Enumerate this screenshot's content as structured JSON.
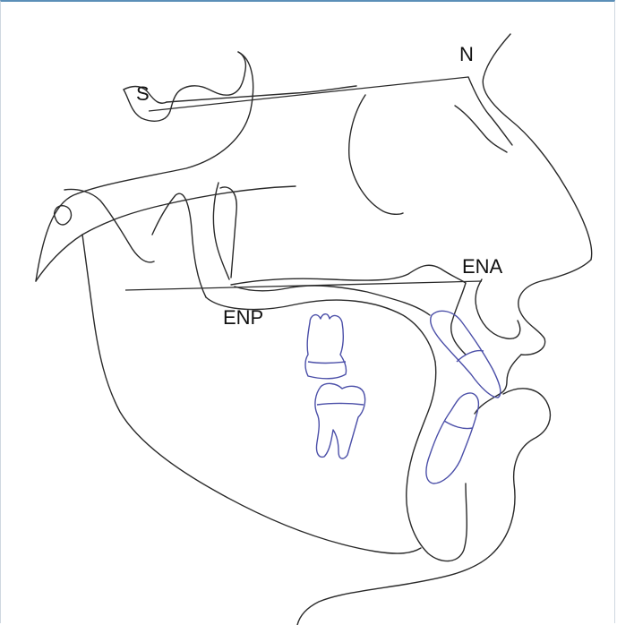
{
  "landmarks": {
    "s": "S",
    "n": "N",
    "ena": "ENA",
    "enp": "ENP"
  },
  "colors": {
    "outline": "#2a2a2a",
    "teeth": "#4b4fa8",
    "frame_top": "#5b8fb8"
  }
}
